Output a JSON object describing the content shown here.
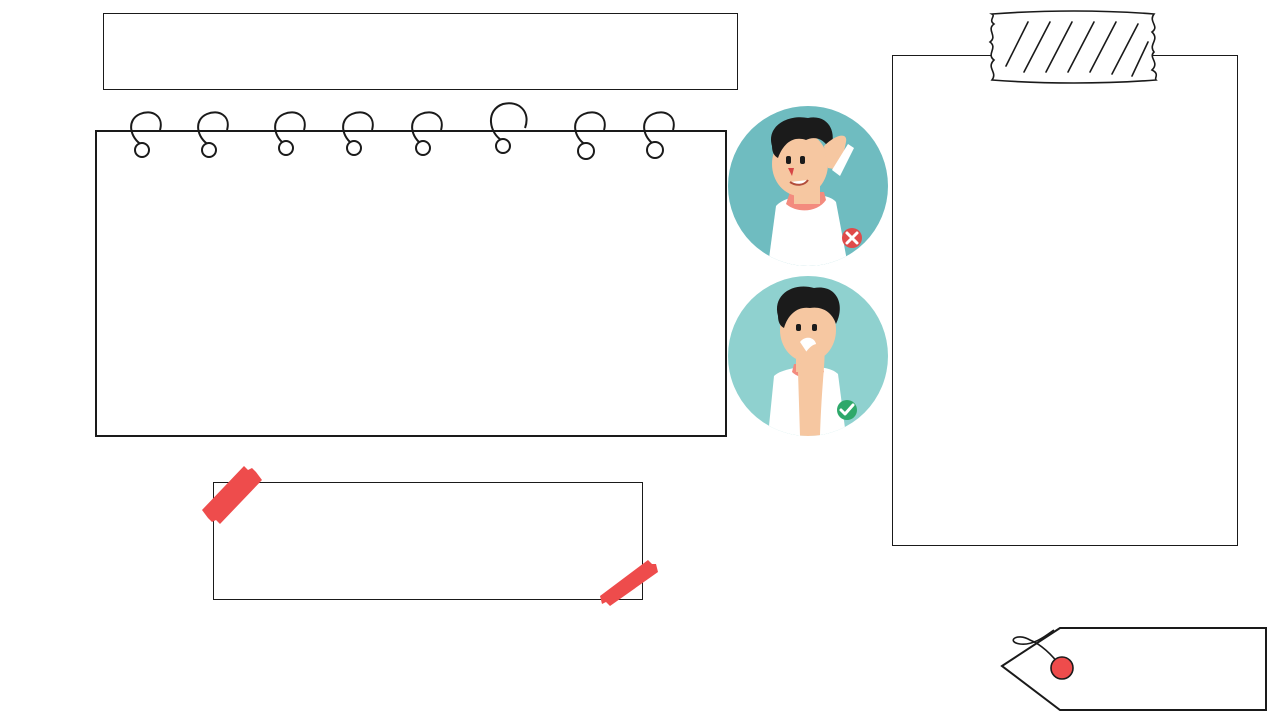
{
  "slide": {
    "title_box": {
      "text": ""
    },
    "notebook": {
      "text": ""
    },
    "taped_note": {
      "text": ""
    },
    "side_panel": {
      "text": ""
    },
    "price_tag": {
      "text": ""
    }
  },
  "illustrations": [
    {
      "name": "nosebleed-head-tilted-back",
      "status": "incorrect",
      "status_icon": "cross-circle-icon"
    },
    {
      "name": "nosebleed-pinch-nose",
      "status": "correct",
      "status_icon": "check-circle-icon"
    }
  ],
  "colors": {
    "outline": "#1a1a1a",
    "tape_red": "#ee4c4c",
    "circle_teal": "#6fbcc0",
    "circle_teal_light": "#8fd1cf",
    "wrong_badge": "#e04a4a",
    "right_badge": "#2ea86a",
    "hair": "#1b1b1b",
    "skin": "#f6c7a1",
    "shirt": "#ffffff"
  },
  "notebook_rings": 8
}
